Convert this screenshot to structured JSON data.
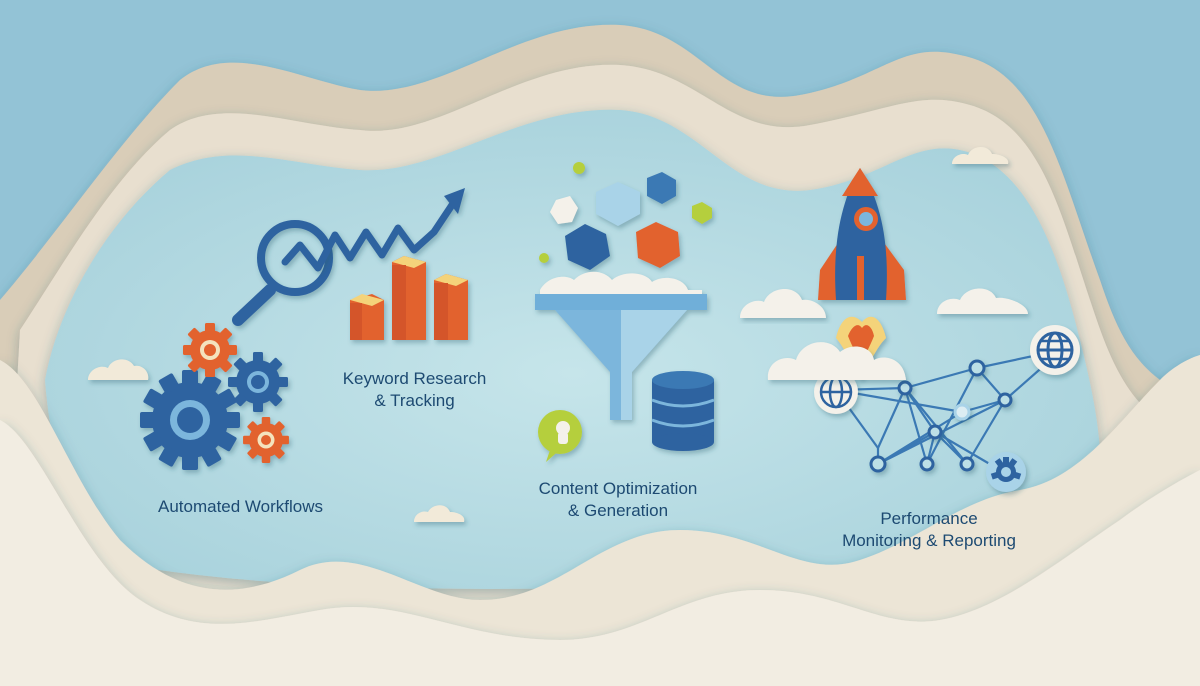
{
  "colors": {
    "outer_sky": "#93c3d6",
    "inner_panel": "#bcdfe6",
    "paper_beige": "#e7ddcc",
    "cream": "#f2ede2",
    "navy_blue": "#2f63a0",
    "light_blue": "#7cb6dc",
    "orange": "#e2622e",
    "yellow": "#f4d37a",
    "lime": "#b5cf3c",
    "text": "#1d4a72"
  },
  "sections": [
    {
      "id": "automated-workflows",
      "title_lines": [
        "Automated Workflows"
      ],
      "icon": "gears-icon"
    },
    {
      "id": "keyword-research",
      "title_lines": [
        "Keyword Research",
        "& Tracking"
      ],
      "icon": "magnifier-trend-bar-chart-icon"
    },
    {
      "id": "content-optimization",
      "title_lines": [
        "Content Optimization",
        "& Generation"
      ],
      "icon": "funnel-database-icon"
    },
    {
      "id": "performance-monitoring",
      "title_lines": [
        "Performance",
        "Monitoring & Reporting"
      ],
      "icon": "rocket-network-icon"
    }
  ]
}
